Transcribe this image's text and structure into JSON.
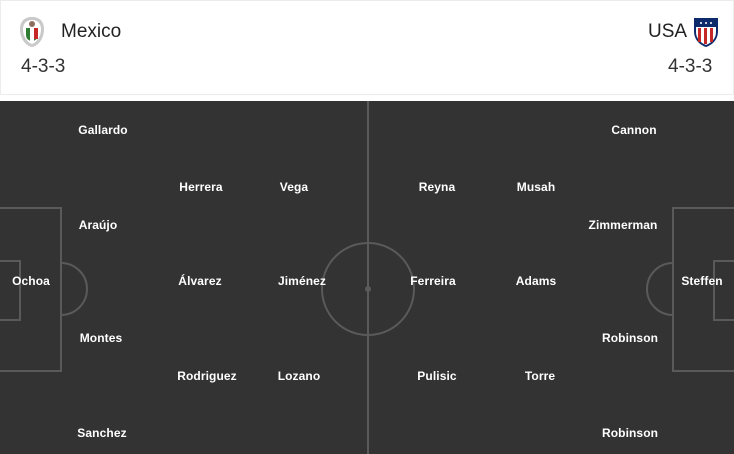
{
  "home": {
    "name": "Mexico",
    "formation": "4-3-3",
    "crest_icon": "mexico-crest-icon",
    "players": {
      "gk": "Ochoa",
      "lb": "Gallardo",
      "cb1": "Araújo",
      "cb2": "Montes",
      "rb": "Sanchez",
      "cm1": "Herrera",
      "cm2": "Álvarez",
      "cm3": "Rodriguez",
      "fw1": "Vega",
      "fw2": "Jiménez",
      "fw3": "Lozano"
    }
  },
  "away": {
    "name": "USA",
    "formation": "4-3-3",
    "crest_icon": "usa-crest-icon",
    "players": {
      "gk": "Steffen",
      "rb": "Cannon",
      "cb1": "Zimmerman",
      "cb2": "Robinson",
      "lb": "Robinson",
      "cm1": "Musah",
      "cm2": "Adams",
      "cm3": "Torre",
      "fw1": "Reyna",
      "fw2": "Ferreira",
      "fw3": "Pulisic"
    }
  },
  "colors": {
    "pitch": "#333333",
    "lines": "#5a5a5a",
    "player_text": "#ffffff"
  }
}
